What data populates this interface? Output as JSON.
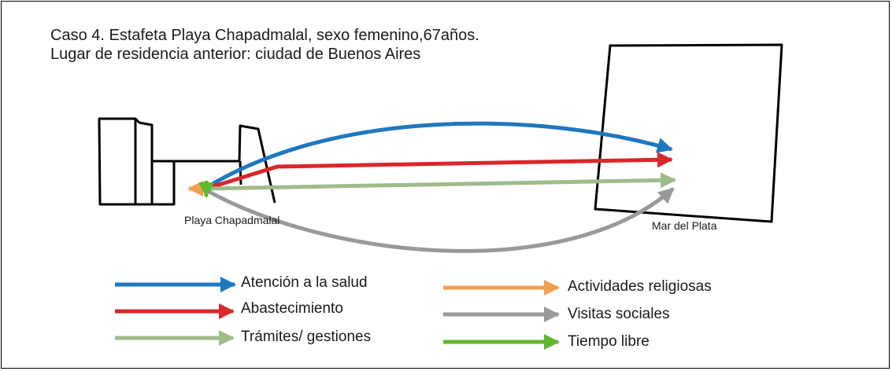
{
  "title": {
    "line1": "Caso 4. Estafeta Playa Chapadmalal, sexo femenino,67años.",
    "line2": "Lugar de residencia anterior: ciudad de Buenos Aires"
  },
  "places": {
    "origin": "Playa Chapadmalal",
    "destination": "Mar del Plata"
  },
  "legend": [
    {
      "label": "Atención a la salud",
      "color": "#1f77c0"
    },
    {
      "label": "Abastecimiento",
      "color": "#d9272a"
    },
    {
      "label": "Trámites/ gestiones",
      "color": "#9fbb8a"
    },
    {
      "label": "Actividades religiosas",
      "color": "#f0a050"
    },
    {
      "label": "Visitas sociales",
      "color": "#999999"
    },
    {
      "label": "Tiempo libre",
      "color": "#63b72e"
    }
  ]
}
